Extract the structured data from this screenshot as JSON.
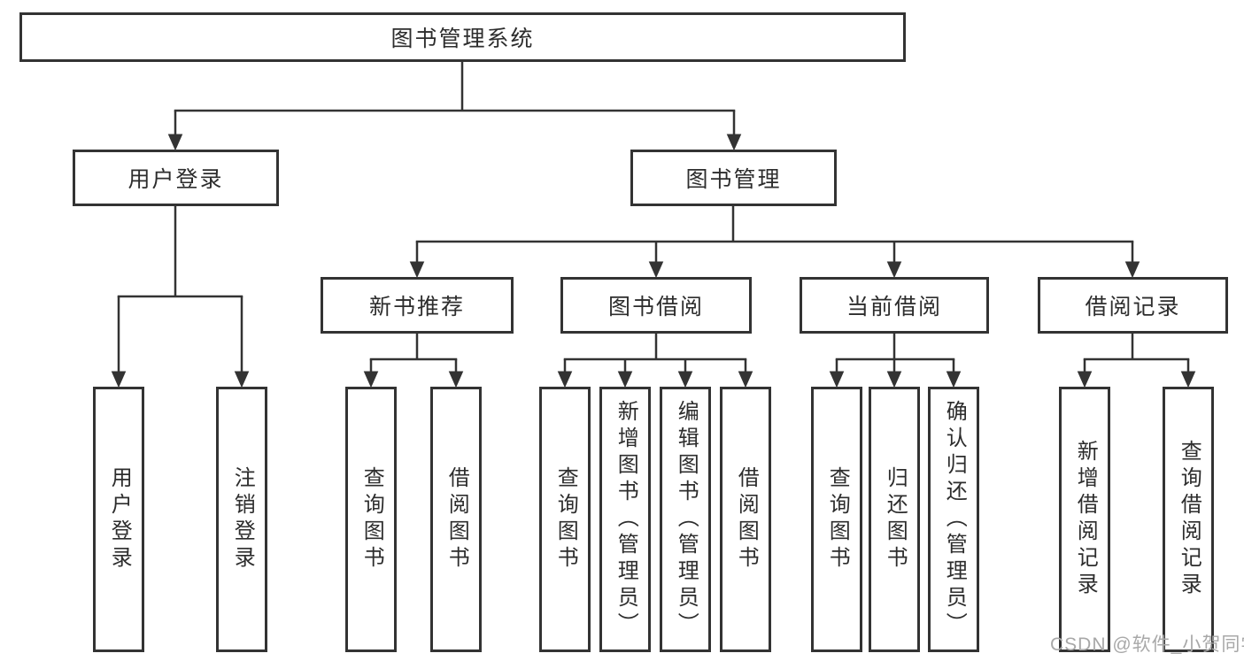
{
  "colors": {
    "line": "#333333",
    "box_border": "#333333",
    "text": "#2d2d2d",
    "background": "#ffffff",
    "watermark_text_color": "#a8a8a8"
  },
  "root": {
    "label": "图书管理系统"
  },
  "user_login": {
    "label": "用户登录",
    "leaves": [
      {
        "label": "用户登录"
      },
      {
        "label": "注销登录"
      }
    ]
  },
  "book_mgmt": {
    "label": "图书管理",
    "groups": [
      {
        "label": "新书推荐",
        "leaves": [
          {
            "label": "查询图书"
          },
          {
            "label": "借阅图书"
          }
        ]
      },
      {
        "label": "图书借阅",
        "leaves": [
          {
            "label": "查询图书"
          },
          {
            "label": "新增图书（管理员）"
          },
          {
            "label": "编辑图书（管理员）"
          },
          {
            "label": "借阅图书"
          }
        ]
      },
      {
        "label": "当前借阅",
        "leaves": [
          {
            "label": "查询图书"
          },
          {
            "label": "归还图书"
          },
          {
            "label": "确认归还（管理员）"
          }
        ]
      },
      {
        "label": "借阅记录",
        "leaves": [
          {
            "label": "新增借阅记录"
          },
          {
            "label": "查询借阅记录"
          }
        ]
      }
    ]
  },
  "watermark": {
    "text": "CSDN @软件_小贺同学"
  }
}
